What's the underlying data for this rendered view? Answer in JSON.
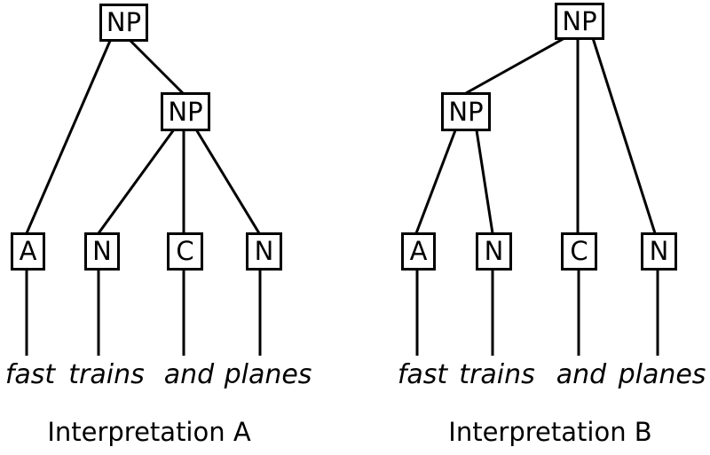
{
  "diagram": {
    "type": "syntax-parse-trees",
    "sentence": "fast trains and planes",
    "line_color": "#000000",
    "background_color": "#ffffff",
    "trees": [
      {
        "id": "A",
        "caption": "Interpretation A",
        "nodes": {
          "root": "NP",
          "inner": "NP",
          "leaf1": "A",
          "leaf2": "N",
          "leaf3": "C",
          "leaf4": "N"
        },
        "words": [
          "fast",
          "trains",
          "and",
          "planes"
        ],
        "edges": [
          {
            "from": "root",
            "to": "leaf1"
          },
          {
            "from": "root",
            "to": "inner"
          },
          {
            "from": "inner",
            "to": "leaf2"
          },
          {
            "from": "inner",
            "to": "leaf3"
          },
          {
            "from": "inner",
            "to": "leaf4"
          },
          {
            "from": "leaf1",
            "to": "word-fast"
          },
          {
            "from": "leaf2",
            "to": "word-trains"
          },
          {
            "from": "leaf3",
            "to": "word-and"
          },
          {
            "from": "leaf4",
            "to": "word-planes"
          }
        ]
      },
      {
        "id": "B",
        "caption": "Interpretation B",
        "nodes": {
          "root": "NP",
          "inner": "NP",
          "leaf1": "A",
          "leaf2": "N",
          "leaf3": "C",
          "leaf4": "N"
        },
        "words": [
          "fast",
          "trains",
          "and",
          "planes"
        ],
        "edges": [
          {
            "from": "root",
            "to": "inner"
          },
          {
            "from": "root",
            "to": "leaf3"
          },
          {
            "from": "root",
            "to": "leaf4"
          },
          {
            "from": "inner",
            "to": "leaf1"
          },
          {
            "from": "inner",
            "to": "leaf2"
          },
          {
            "from": "leaf1",
            "to": "word-fast"
          },
          {
            "from": "leaf2",
            "to": "word-trains"
          },
          {
            "from": "leaf3",
            "to": "word-and"
          },
          {
            "from": "leaf4",
            "to": "word-planes"
          }
        ]
      }
    ]
  }
}
